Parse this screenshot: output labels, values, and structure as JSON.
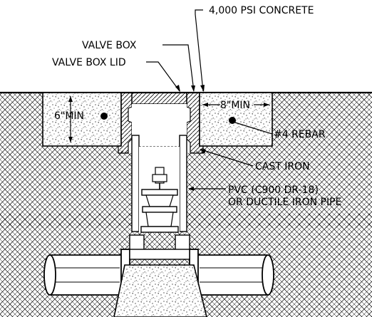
{
  "labels": {
    "concrete": "4,000 PSI CONCRETE",
    "valve_box": "VALVE BOX",
    "valve_box_lid": "VALVE BOX LID",
    "min_6": "6\"MIN",
    "min_8": "8\"MIN",
    "rebar": "#4 REBAR",
    "cast_iron": "CAST IRON",
    "pvc_line1": "PVC (C900 DR-18)",
    "pvc_line2": "OR DUCTILE IRON PIPE"
  }
}
